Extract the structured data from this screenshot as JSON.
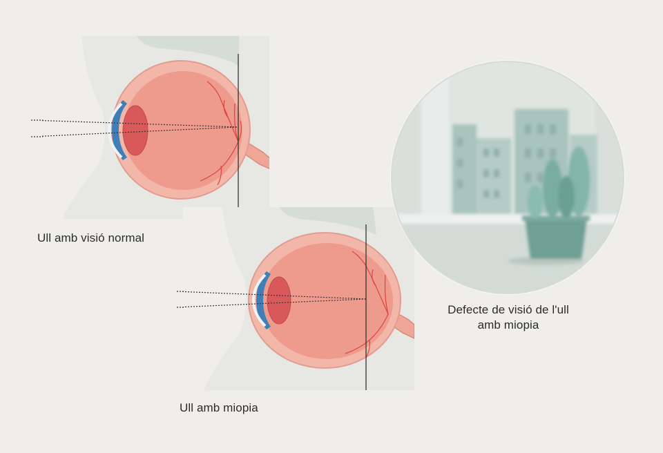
{
  "captions": {
    "normal_eye": "Ull amb visió normal",
    "myopia_eye": "Ull amb miopia",
    "defect_line1": "Defecte de visió de l'ull",
    "defect_line2": "amb miopia"
  },
  "colors": {
    "background": "#efeeeb",
    "panel": "#e7e8e4",
    "face_shadow": "#d6dcd8",
    "sclera": "#f3b7aa",
    "eye_interior": "#ee9a8c",
    "cornea": "#3f7fb6",
    "lens": "#d9595b",
    "optic_nerve": "#f0a697",
    "vessels": "#d9473d",
    "ray_line": "#333333",
    "circle_bg": "#dfe5e1",
    "building": "#a8c4bd",
    "cactus": "#79ada1",
    "pot": "#6f9f93"
  }
}
